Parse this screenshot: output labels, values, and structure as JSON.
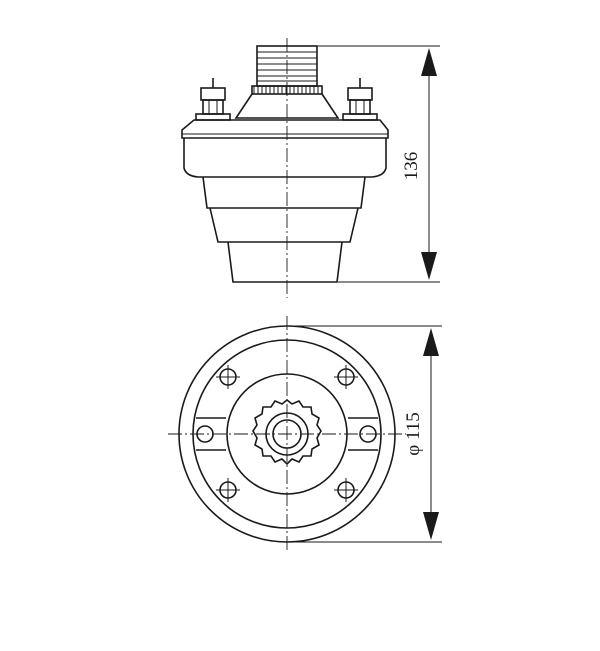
{
  "dimensions": {
    "height_label": "136",
    "diameter_label": "φ 115"
  },
  "views": {
    "side": "side-elevation",
    "bottom": "bottom-plan"
  },
  "colors": {
    "line": "#1a1a1a",
    "background": "#ffffff"
  }
}
